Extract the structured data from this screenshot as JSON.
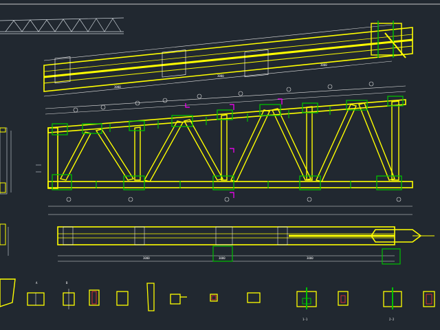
{
  "drawing": {
    "title": "",
    "labels": {
      "truss_thumbnail_caption": "",
      "top_chord_plan_caption": "",
      "dim_top_chord_left": "3000",
      "dim_top_chord_mid": "3000",
      "dim_top_chord_right": "3000",
      "dim_bottom_chord_left": "3000",
      "dim_bottom_chord_mid": "3000",
      "dim_bottom_chord_right": "3000",
      "section_a": "A",
      "section_b": "B",
      "section_1": "1-1",
      "section_2": "2-2"
    }
  },
  "colors": {
    "background": "#212830",
    "member_yellow": "#ffff00",
    "node_green": "#00c000",
    "dimension_white": "#e6e6e6",
    "marker_magenta": "#ff00ff",
    "section_red": "#ff3030"
  },
  "icons": [
    "gusset-plate-node-icon",
    "section-mark-icon"
  ]
}
